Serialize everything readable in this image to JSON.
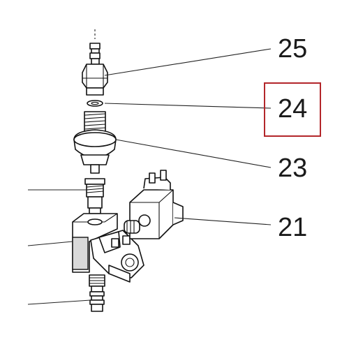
{
  "callouts": [
    {
      "id": "25",
      "label": "25"
    },
    {
      "id": "24",
      "label": "24",
      "highlighted": true
    },
    {
      "id": "23",
      "label": "23"
    },
    {
      "id": "21",
      "label": "21"
    }
  ],
  "colors": {
    "highlight": "#b3262a",
    "line": "#111111",
    "text": "#1a1a1a",
    "background": "#ffffff"
  }
}
